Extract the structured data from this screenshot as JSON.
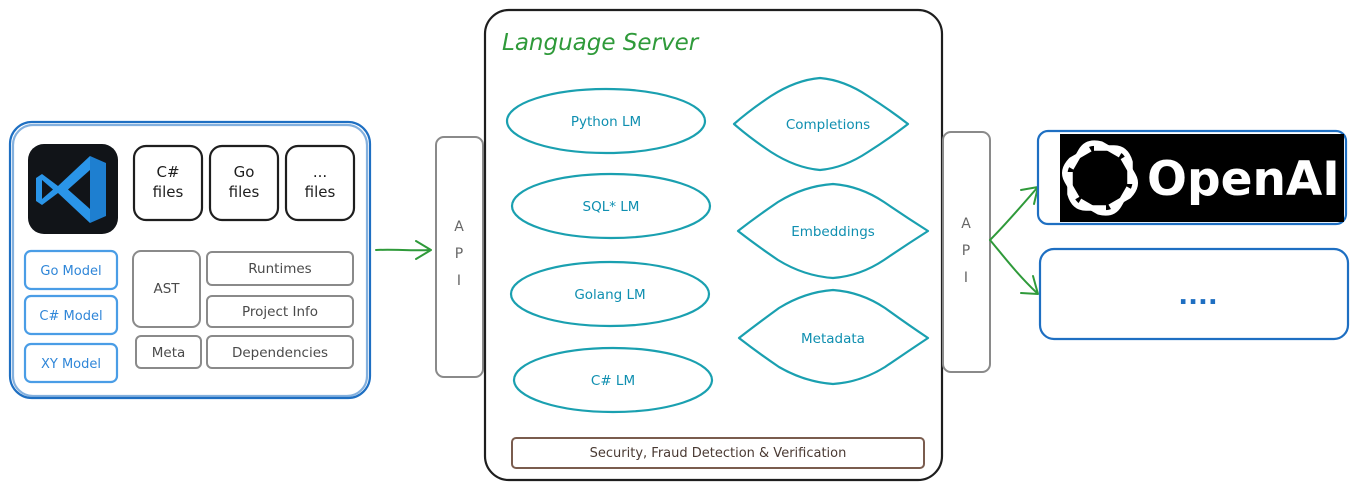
{
  "title": "Language Server",
  "ide": {
    "logo_icon": "vscode-logo-icon",
    "files": [
      [
        "C#",
        "files"
      ],
      [
        "Go",
        "files"
      ],
      [
        "...",
        "files"
      ]
    ],
    "models": [
      "Go Model",
      "C# Model",
      "XY Model"
    ],
    "ast_label": "AST",
    "meta_label": "Meta",
    "info_boxes": [
      "Runtimes",
      "Project Info",
      "Dependencies"
    ]
  },
  "api_label": [
    "A",
    "P",
    "I"
  ],
  "language_models": [
    "Python LM",
    "SQL* LM",
    "Golang LM",
    "C# LM"
  ],
  "capabilities": [
    "Completions",
    "Embeddings",
    "Metadata"
  ],
  "security_bar": "Security, Fraud Detection & Verification",
  "providers": {
    "openai_logo_icon": "openai-logo-icon",
    "openai_text": "OpenAI",
    "other": "...."
  },
  "colors": {
    "ide_border": "#1e6fc2",
    "model_border": "#4a9de6",
    "lm_border": "#1aa0b0",
    "arrow": "#2f9a3a",
    "title": "#2f9a3a",
    "security_border": "#7a5c4e"
  }
}
